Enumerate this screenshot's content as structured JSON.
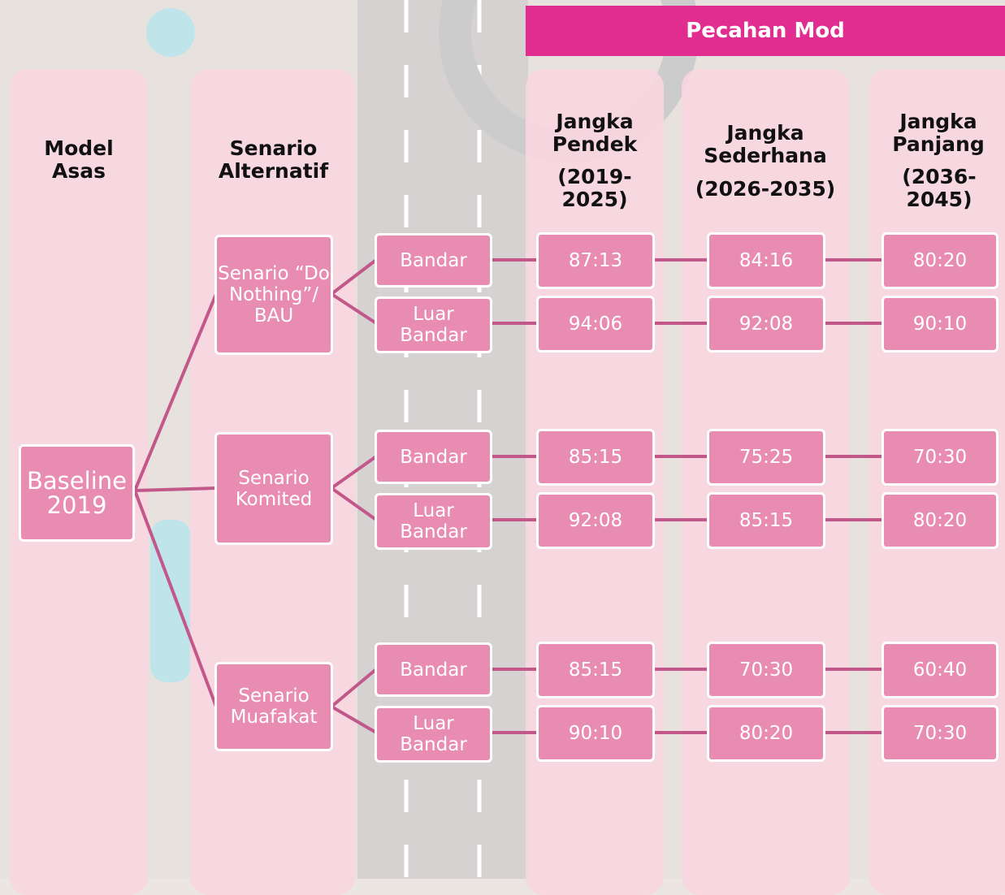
{
  "header": {
    "banner": "Pecahan Mod"
  },
  "columns": {
    "model": "Model Asas",
    "alternatif": "Senario Alternatif",
    "pendek": {
      "name": "Jangka Pendek",
      "years": "(2019-2025)"
    },
    "sederhana": {
      "name": "Jangka Sederhana",
      "years": "(2026-2035)"
    },
    "panjang": {
      "name": "Jangka Panjang",
      "years": "(2036-2045)"
    }
  },
  "root": "Baseline 2019",
  "scenarios": [
    {
      "name": "Senario “Do Nothing”/ BAU",
      "rows": [
        {
          "area": "Bandar",
          "values": [
            "87:13",
            "84:16",
            "80:20"
          ]
        },
        {
          "area": "Luar Bandar",
          "values": [
            "94:06",
            "92:08",
            "90:10"
          ]
        }
      ]
    },
    {
      "name": "Senario Komited",
      "rows": [
        {
          "area": "Bandar",
          "values": [
            "85:15",
            "75:25",
            "70:30"
          ]
        },
        {
          "area": "Luar Bandar",
          "values": [
            "92:08",
            "85:15",
            "80:20"
          ]
        }
      ]
    },
    {
      "name": "Senario Muafakat",
      "rows": [
        {
          "area": "Bandar",
          "values": [
            "85:15",
            "70:30",
            "60:40"
          ]
        },
        {
          "area": "Luar Bandar",
          "values": [
            "90:10",
            "80:20",
            "70:30"
          ]
        }
      ]
    }
  ],
  "colors": {
    "box": "#e98cb2",
    "banner": "#e02d8f",
    "column": "#f7d6e0",
    "line": "#c2578a"
  }
}
